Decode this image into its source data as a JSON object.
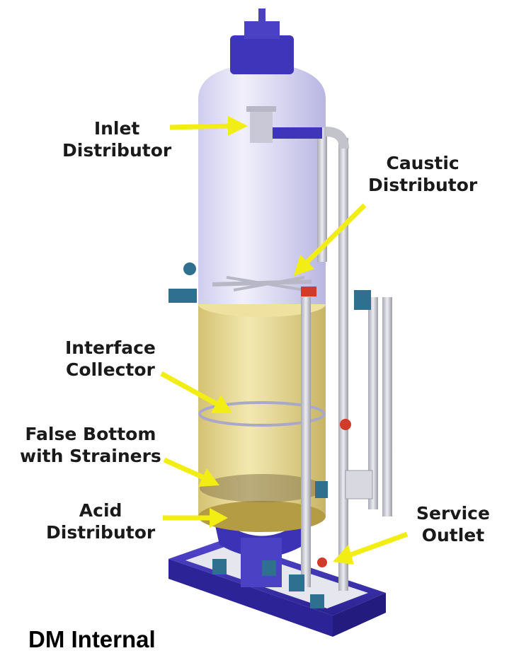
{
  "title": "DM Internal",
  "colors": {
    "arrow": "#f2ee14",
    "frame": "#3a2fb8",
    "vessel_top": "#e4e3f6",
    "resin": "#e8d77a",
    "pipe": "#c9c9d2",
    "valve": "#2f6f8f",
    "accent_red": "#d23a2a"
  },
  "labels": {
    "inlet_distributor": {
      "line1": "Inlet",
      "line2": "Distributor"
    },
    "caustic_distributor": {
      "line1": "Caustic",
      "line2": "Distributor"
    },
    "interface_collector": {
      "line1": "Interface",
      "line2": "Collector"
    },
    "false_bottom": {
      "line1": "False Bottom",
      "line2": "with Strainers"
    },
    "acid_distributor": {
      "line1": "Acid",
      "line2": "Distributor"
    },
    "service_outlet": {
      "line1": "Service",
      "line2": "Outlet"
    }
  }
}
